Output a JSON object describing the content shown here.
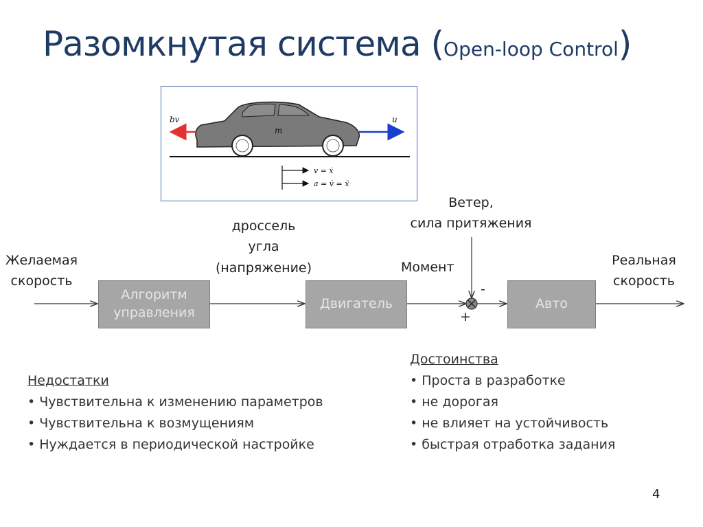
{
  "slide": {
    "title_main": "Разомкнутая система (",
    "title_sub": "Open-loop Control",
    "title_close": ")",
    "page_number": "4"
  },
  "car_figure": {
    "mass_label": "m",
    "left_force_label": "bv",
    "right_force_label": "u",
    "velocity_eq": "v = ẋ",
    "accel_eq": "a = v̇ = ẍ",
    "colors": {
      "body": "#7a7a7a",
      "left_arrow": "#e53030",
      "right_arrow": "#1a3fd0"
    }
  },
  "diagram": {
    "input_label_line1": "Желаемая",
    "input_label_line2": "скорость",
    "controller_line1": "Алгоритм",
    "controller_line2": "управления",
    "throttle_line1": "дроссель",
    "throttle_line2": "угла",
    "throttle_line3": "(напряжение)",
    "engine_label": "Двигатель",
    "torque_label": "Момент",
    "disturbance_line1": "Ветер,",
    "disturbance_line2": "сила притяжения",
    "minus_sign": "-",
    "plus_sign": "+",
    "car_label": "Авто",
    "output_label_line1": "Реальная",
    "output_label_line2": "скорость",
    "block_color": "#a6a6a6"
  },
  "disadvantages": {
    "heading": "Недостатки",
    "items": [
      "• Чувствительна к изменению параметров",
      "• Чувствительна к возмущениям",
      "• Нуждается в периодической настройке"
    ]
  },
  "advantages": {
    "heading": "Достоинства",
    "items": [
      "• Проста в разработке",
      "• не дорогая",
      "• не влияет на устойчивость",
      "• быстрая отработка задания"
    ]
  }
}
